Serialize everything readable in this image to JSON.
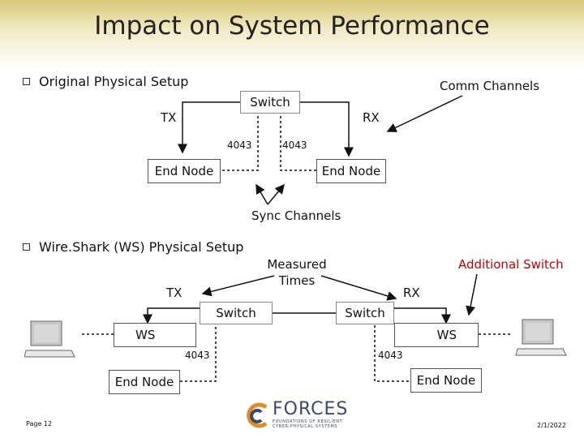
{
  "title": "Impact on System Performance",
  "sections": {
    "original": {
      "heading": "Original Physical Setup",
      "switch": "Switch",
      "tx": "TX",
      "rx": "RX",
      "port_left": "4043",
      "port_right": "4043",
      "end_node_left": "End Node",
      "end_node_right": "End Node",
      "comm_channels": "Comm Channels",
      "sync_channels": "Sync Channels"
    },
    "wireshark": {
      "heading": "Wire.Shark (WS) Physical Setup",
      "measured_times": "Measured Times",
      "additional_switch": "Additional Switch",
      "tx": "TX",
      "rx": "RX",
      "switch_left": "Switch",
      "switch_right": "Switch",
      "ws_left": "WS",
      "ws_right": "WS",
      "port_left": "4043",
      "port_right": "4043",
      "end_node_left": "End Node",
      "end_node_right": "End Node"
    }
  },
  "footer": {
    "page": "Page 12",
    "date": "2/1/2022",
    "logo_text": "FORCES",
    "logo_tagline_1": "FOUNDATIONS OF RESILIENT",
    "logo_tagline_2": "CYBER-PHYSICAL SYSTEMS"
  },
  "colors": {
    "header_gold": "#d8c878",
    "accent_red": "#c00000",
    "logo_orange": "#e08a2c",
    "logo_navy": "#3a4a6a"
  }
}
